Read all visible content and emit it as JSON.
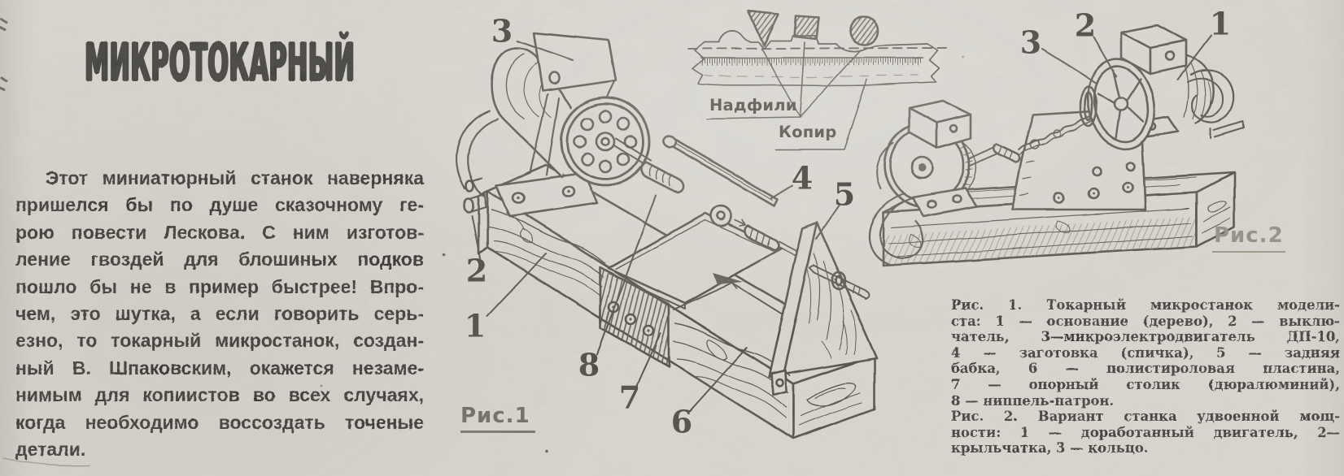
{
  "colors": {
    "paper": "#e0ddd6",
    "text_ink": "#2d2a24",
    "title_ink": "#2c2a24",
    "drawing_ink": "#44403a",
    "faded_ink": "#8a8679"
  },
  "article": {
    "title": "МИКРОТОКАРНЫЙ",
    "lines": [
      "Этот миниатюрный станок наверняка",
      "пришелся бы по душе сказочному ге-",
      "рою повести Лескова. С ним изготов-",
      "ление гвоздей для блошиных подков",
      "пошло бы не в пример быстрее! Впро-",
      "чем, это шутка, а если говорить серь-",
      "езно, то токарный микростанок, создан-",
      "ный В. Шпаковским, окажется незаме-",
      "нимым для копиистов во всех случаях,",
      "когда необходимо воссоздать точеные",
      "детали."
    ]
  },
  "fig1": {
    "label": "Рис.1",
    "callouts": [
      "1",
      "2",
      "3",
      "4",
      "5",
      "6",
      "7",
      "8"
    ]
  },
  "inset": {
    "files_label": "Надфили",
    "copier_label": "Копир"
  },
  "fig2": {
    "label": "Рис.2",
    "callouts": [
      "1",
      "2",
      "3"
    ]
  },
  "caption": {
    "lines": [
      "Рис. 1. Токарный микростанок модели-",
      "ста: 1 — основание (дерево), 2 — выклю-",
      "чатель, 3—микроэлектродвигатель ДП-10,",
      "4 — заготовка (спичка), 5 — задняя",
      "бабка, 6 — полистироловая пластина,",
      "7 — опорный столик (дюралюминий),",
      "8 — ниппель-патрон.",
      "Рис. 2. Вариант станка удвоенной мощ-",
      "ности: 1 — доработанный двигатель, 2—",
      "крыльчатка, 3 — кольцо."
    ]
  }
}
